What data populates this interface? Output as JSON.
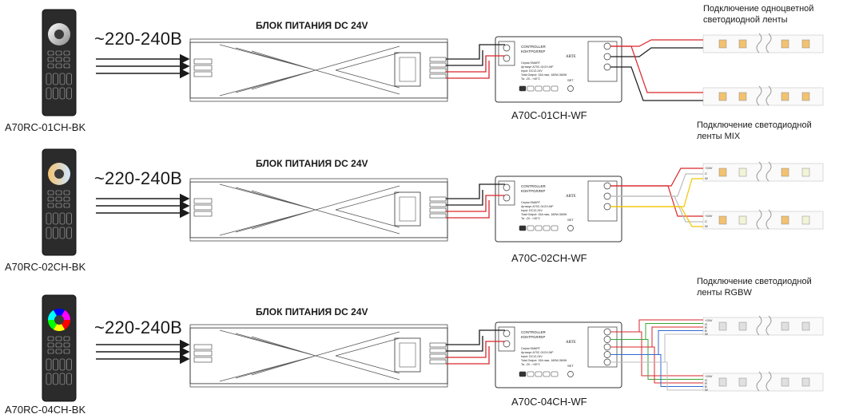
{
  "rows": [
    {
      "remote_model": "A70RC-01CH-BK",
      "controller_model": "A70C-01CH-WF",
      "strip_title_line1": "Подключение одноцветной",
      "strip_title_line2": "светодиодной ленты",
      "remote_wheel": "white-dimming",
      "strip_type": "single-color"
    },
    {
      "remote_model": "A70RC-02CH-BK",
      "controller_model": "A70C-02CH-WF",
      "strip_title_line1": "Подключение светодиодной",
      "strip_title_line2": "ленты MIX",
      "remote_wheel": "color-temperature",
      "strip_type": "mix"
    },
    {
      "remote_model": "A70RC-04CH-BK",
      "controller_model": "A70C-04CH-WF",
      "strip_title_line1": "Подключение светодиодной",
      "strip_title_line2": "ленты RGBW",
      "remote_wheel": "rgb",
      "strip_type": "rgbw"
    }
  ],
  "mains_voltage": "~220-240В",
  "psu_title": "БЛОК ПИТАНИЯ DC 24V",
  "controller": {
    "title1": "CONTROLLER",
    "title2": "КОНТРОЛЛЕР",
    "brand": "ARTE",
    "set_label": "SET",
    "spec_line1": "Серия SMART",
    "spec_line2": "Артикул A70C-01CH-WF",
    "spec_line3": "Input: DC12-24V",
    "spec_line4": "Total Output: 15A max, 180W-360W",
    "spec_line5": "Ta: -20...+40°C"
  },
  "strip_pins": {
    "plus24": "+24V",
    "g": "G",
    "r": "R",
    "b": "B",
    "w": "W",
    "c": "C"
  },
  "colors": {
    "wire_red": "#d9262b",
    "wire_black": "#1a1a1a",
    "wire_white": "#bdbdbd",
    "wire_yellow": "#f2c500",
    "wire_green": "#3aa63a",
    "wire_blue": "#2e6ad1",
    "strip_warm": "#f3c270",
    "strip_cool": "#f2f4d8"
  }
}
